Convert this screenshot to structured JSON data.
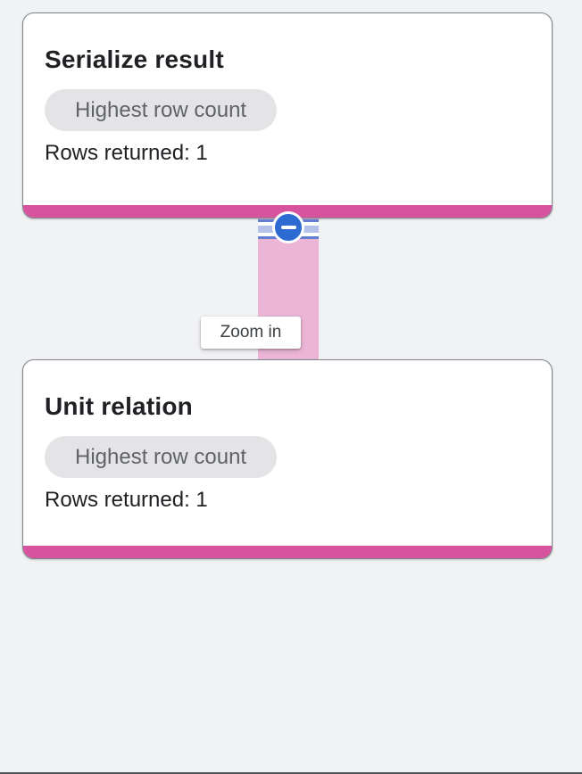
{
  "colors": {
    "page_background": "#f1f2f4",
    "card_background": "#ffffff",
    "card_border": "#7f848a",
    "node_accent_pink": "#d7539d",
    "edge_pink": "#ecb5d6",
    "badge_background": "#e4e4e7",
    "badge_text": "#5f6368",
    "title_text": "#202124",
    "collapse_button_blue": "#2d6bd2",
    "stripe_blue_dark": "#6280d1",
    "stripe_blue_light": "#b4c1eb",
    "tooltip_text": "#3c4043"
  },
  "nodes": [
    {
      "title": "Serialize result",
      "badge": "Highest row count",
      "rows": "Rows returned: 1"
    },
    {
      "title": "Unit relation",
      "badge": "Highest row count",
      "rows": "Rows returned: 1"
    }
  ],
  "edge": {
    "tooltip": "Zoom in",
    "collapse_icon": "minus-icon"
  }
}
